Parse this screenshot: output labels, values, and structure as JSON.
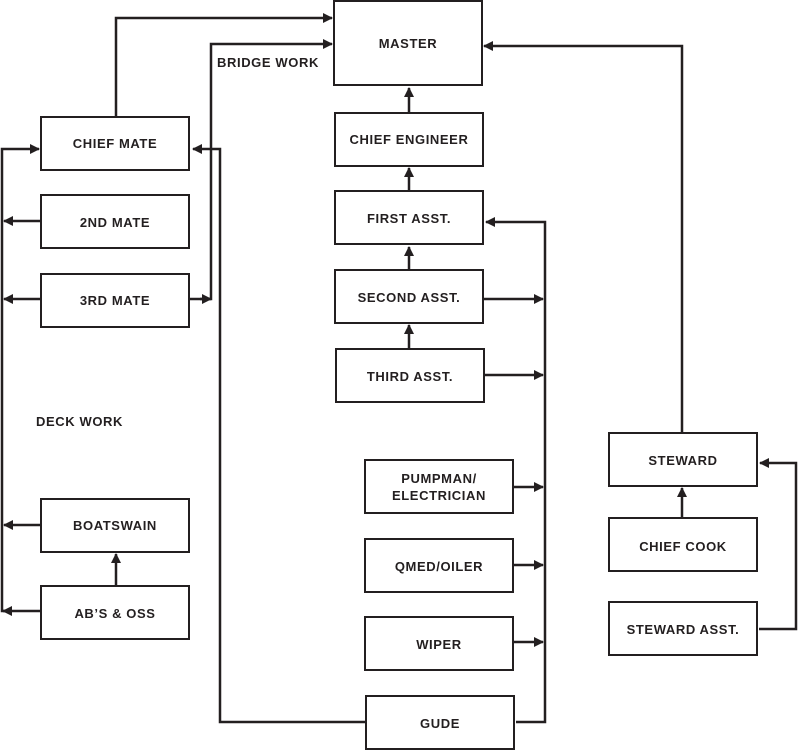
{
  "nodes": {
    "master": "MASTER",
    "chief_engineer": "CHIEF ENGINEER",
    "first_asst": "FIRST ASST.",
    "second_asst": "SECOND ASST.",
    "third_asst": "THIRD ASST.",
    "pumpman_line1": "PUMPMAN/",
    "pumpman_line2": "ELECTRICIAN",
    "qmed_oiler": "QMED/OILER",
    "wiper": "WIPER",
    "gude": "GUDE",
    "chief_mate": "CHIEF MATE",
    "second_mate": "2ND MATE",
    "third_mate": "3RD MATE",
    "boatswain": "BOATSWAIN",
    "abs_oss": "AB’S & OSS",
    "steward": "STEWARD",
    "chief_cook": "CHIEF COOK",
    "steward_asst": "STEWARD ASST."
  },
  "annotations": {
    "bridge_work": "BRIDGE WORK",
    "deck_work": "DECK WORK"
  },
  "colors": {
    "line": "#231f20",
    "box_fill": "#ffffff"
  }
}
